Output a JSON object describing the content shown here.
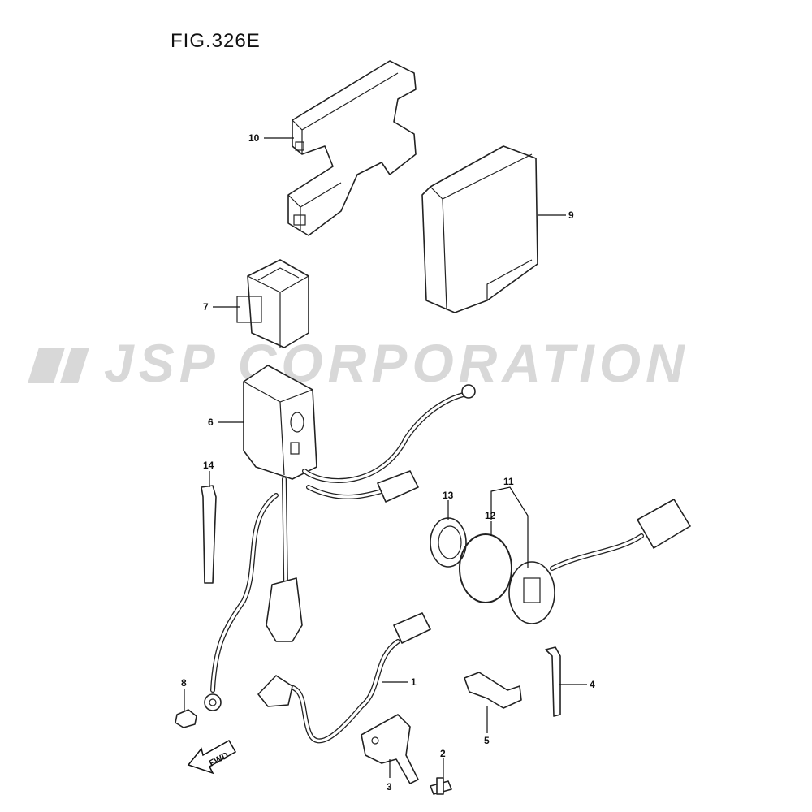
{
  "figure": {
    "title": "FIG.326E",
    "watermark": "JSP CORPORATION",
    "direction_label": "FWD"
  },
  "callouts": [
    {
      "number": "1"
    },
    {
      "number": "2"
    },
    {
      "number": "3"
    },
    {
      "number": "4"
    },
    {
      "number": "5"
    },
    {
      "number": "6"
    },
    {
      "number": "7"
    },
    {
      "number": "8"
    },
    {
      "number": "9"
    },
    {
      "number": "10"
    },
    {
      "number": "11"
    },
    {
      "number": "12"
    },
    {
      "number": "13"
    },
    {
      "number": "14"
    }
  ]
}
